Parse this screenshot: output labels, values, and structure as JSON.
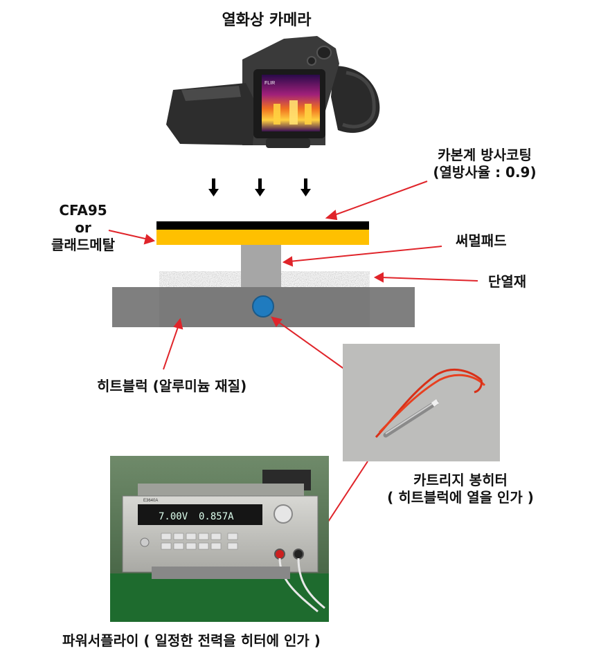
{
  "labels": {
    "camera_title": "열화상 카메라",
    "coating_line1": "카본계 방사코팅",
    "coating_line2": "(열방사율 : 0.9)",
    "material_line1": "CFA95",
    "material_line2": "or",
    "material_line3": "클래드메탈",
    "thermal_pad": "써멀패드",
    "insulation": "단열재",
    "heat_block": "히트블럭 (알루미늄 재질)",
    "cartridge_line1": "카트리지 봉히터",
    "cartridge_line2": "( 히트블럭에 열을 인가 )",
    "power_supply": "파워서플라이 ( 일정한 전력을 히터에 인가 )"
  },
  "camera": {
    "brand": "FLIR"
  },
  "power_display": {
    "voltage": "7.00V",
    "current": "0.857A",
    "model": "E3640A"
  },
  "colors": {
    "arrow_red": "#e0242a",
    "coating_black": "#000000",
    "material_yellow": "#ffc000",
    "pad_gray": "#a6a6a6",
    "block_gray": "#7f7f7f",
    "heater_blue": "#1f7bbf"
  }
}
